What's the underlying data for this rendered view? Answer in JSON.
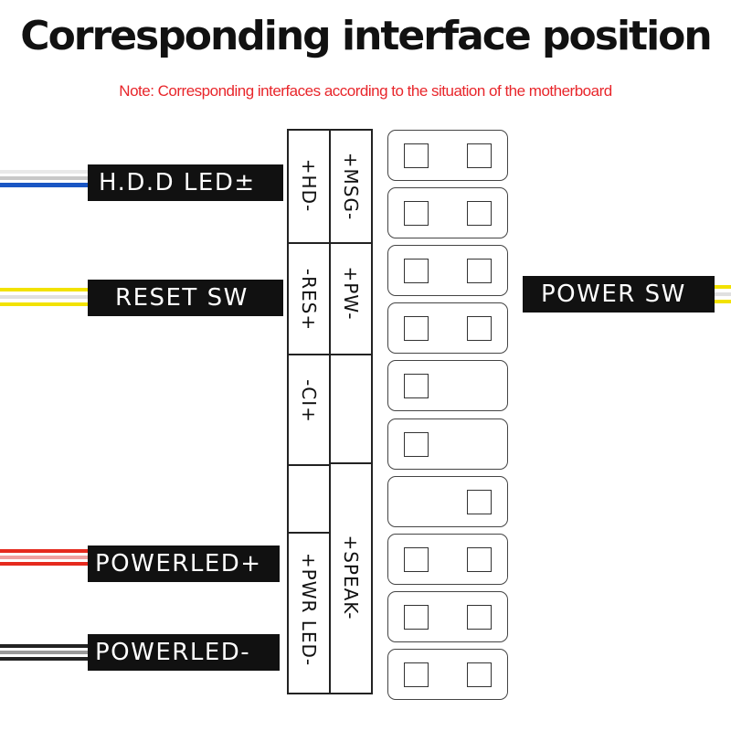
{
  "title": "Corresponding interface position",
  "note": "Note: Corresponding interfaces according to the situation of the motherboard",
  "colors": {
    "note": "#e8262b",
    "label_bg": "#111111",
    "wire_blue": "#1a56c4",
    "wire_yellow": "#f2e200",
    "wire_red": "#e52a1e",
    "wire_black": "#222222",
    "wire_white": "#e9e9e9"
  },
  "wires": {
    "hdd_led": "H.D.D LED±",
    "reset_sw": "RESET SW",
    "power_sw": "POWER SW",
    "power_led_plus": "POWERLED+",
    "power_led_minus": "POWERLED-"
  },
  "header_columns": {
    "left": {
      "hd": "+HD-",
      "res": "-RES+",
      "ci": "-CI+",
      "pwr_led": "+PWR LED-"
    },
    "right": {
      "msg": "+MSG-",
      "pw": "+PW-",
      "speak": "+SPEAK-"
    }
  },
  "pin_rows": [
    {
      "left": true,
      "right": true
    },
    {
      "left": true,
      "right": true
    },
    {
      "left": true,
      "right": true
    },
    {
      "left": true,
      "right": true
    },
    {
      "left": true,
      "right": false
    },
    {
      "left": true,
      "right": false
    },
    {
      "left": false,
      "right": true
    },
    {
      "left": true,
      "right": true
    },
    {
      "left": true,
      "right": true
    },
    {
      "left": true,
      "right": true
    }
  ]
}
